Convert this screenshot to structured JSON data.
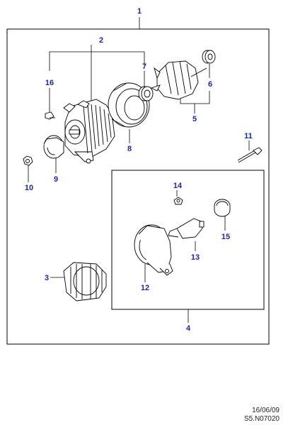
{
  "callouts": {
    "c1": "1",
    "c2": "2",
    "c3": "3",
    "c4": "4",
    "c5": "5",
    "c6": "6",
    "c7": "7",
    "c8": "8",
    "c9": "9",
    "c10": "10",
    "c11": "11",
    "c12": "12",
    "c13": "13",
    "c14": "14",
    "c15": "15",
    "c16": "16"
  },
  "footer": {
    "date": "16/06/09",
    "ref": "S5.N07020"
  },
  "colors": {
    "callout": "#1a1fd0",
    "line": "#000000",
    "background": "#ffffff"
  }
}
